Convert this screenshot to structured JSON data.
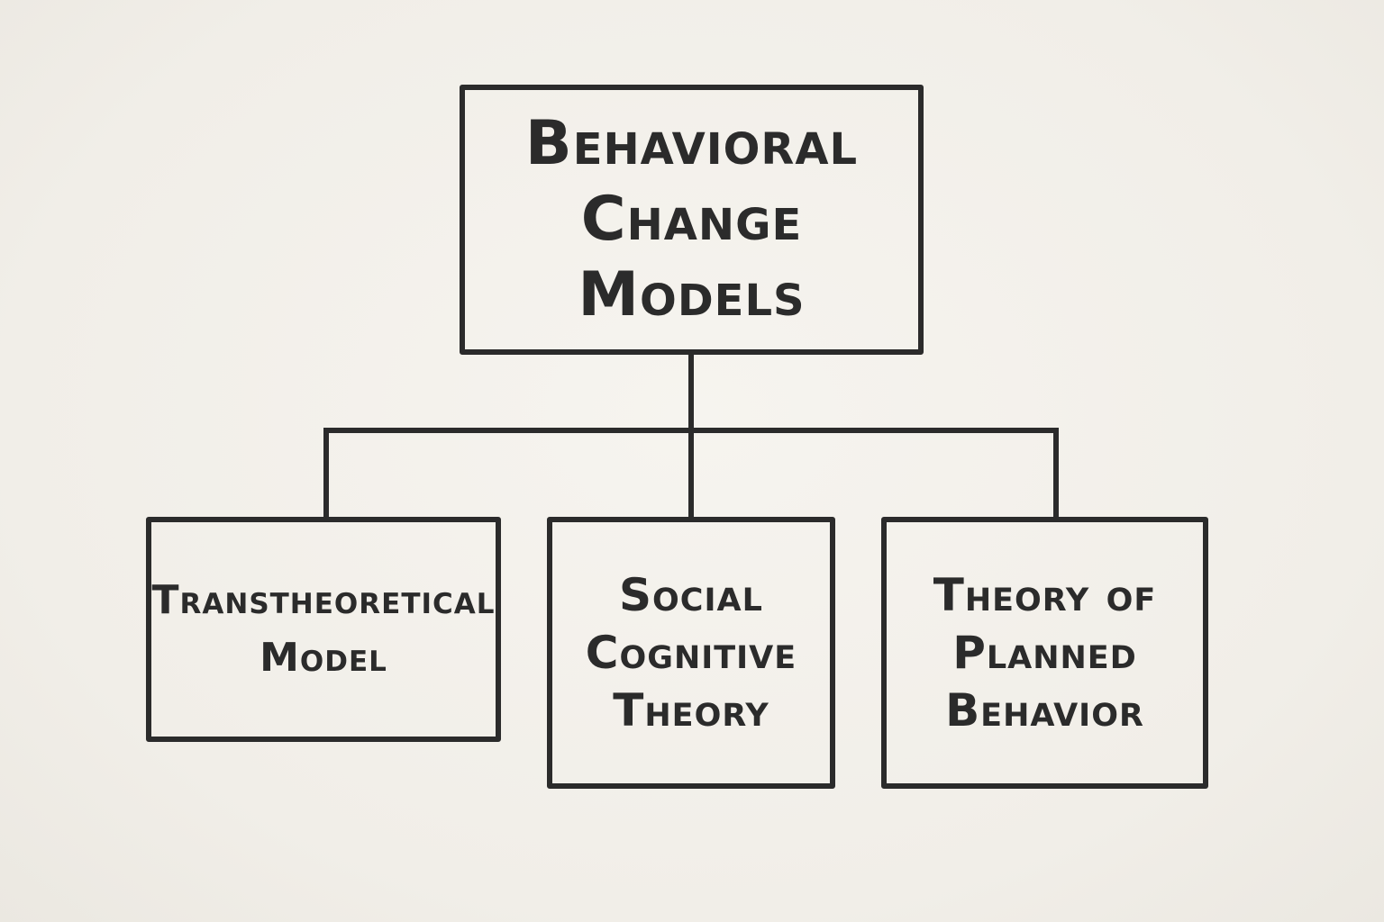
{
  "root": {
    "lines": [
      "Behavioral",
      "Change",
      "Models"
    ]
  },
  "children": [
    {
      "lines": [
        "Transtheoretical",
        "Model"
      ]
    },
    {
      "lines": [
        "Social",
        "Cognitive",
        "Theory"
      ]
    },
    {
      "lines": [
        "Theory of",
        "Planned",
        "Behavior"
      ]
    }
  ],
  "colors": {
    "ink": "#2b2b2b",
    "paper": "#f4f2ed"
  }
}
